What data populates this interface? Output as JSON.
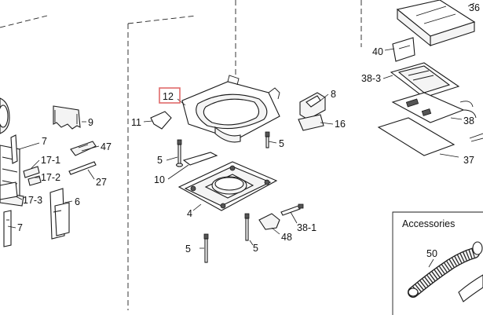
{
  "diagram": {
    "colors": {
      "ink": "#1a1a1a",
      "highlight": "#e06a6a",
      "paper": "#ffffff"
    },
    "labels": {
      "p36": "36",
      "p40": "40",
      "p38_3": "38-3",
      "p38": "38",
      "p37": "37",
      "p8": "8",
      "p16": "16",
      "p12": "12",
      "p11": "11",
      "p9": "9",
      "p7a": "7",
      "p7b": "7",
      "p47": "47",
      "p17_1": "17-1",
      "p17_2": "17-2",
      "p17_3": "17-3",
      "p27": "27",
      "p6": "6",
      "p5a": "5",
      "p5b": "5",
      "p5c": "5",
      "p5d": "5",
      "p10": "10",
      "p4": "4",
      "p48": "48",
      "p38_1": "38-1",
      "p50": "50"
    },
    "accessories_title": "Accessories",
    "highlighted_part": "12"
  }
}
